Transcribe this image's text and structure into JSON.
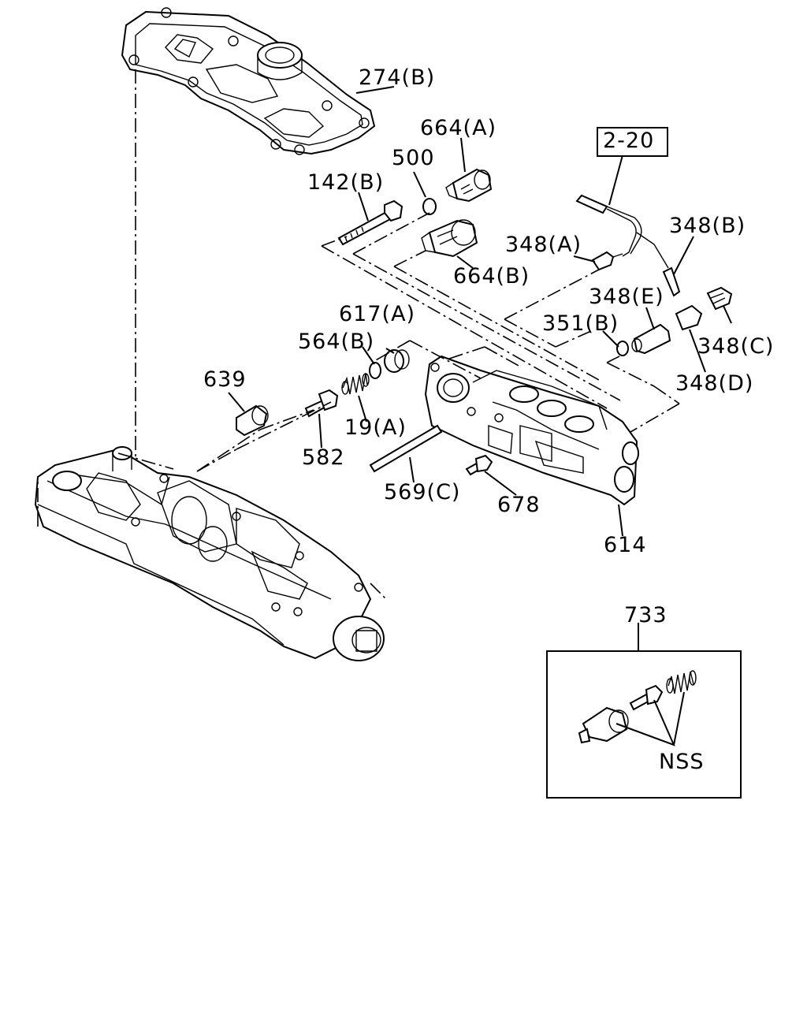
{
  "diagram": {
    "reference_box": "2-20",
    "kit_note": "NSS",
    "callouts": {
      "c274b": "274(B)",
      "c664a": "664(A)",
      "c500": "500",
      "c142b": "142(B)",
      "c664b": "664(B)",
      "c348a": "348(A)",
      "c348b": "348(B)",
      "c348e": "348(E)",
      "c351b": "351(B)",
      "c348c": "348(C)",
      "c348d": "348(D)",
      "c617a": "617(A)",
      "c564b": "564(B)",
      "c639": "639",
      "c19a": "19(A)",
      "c582": "582",
      "c569c": "569(C)",
      "c678": "678",
      "c614": "614",
      "c733": "733"
    }
  }
}
